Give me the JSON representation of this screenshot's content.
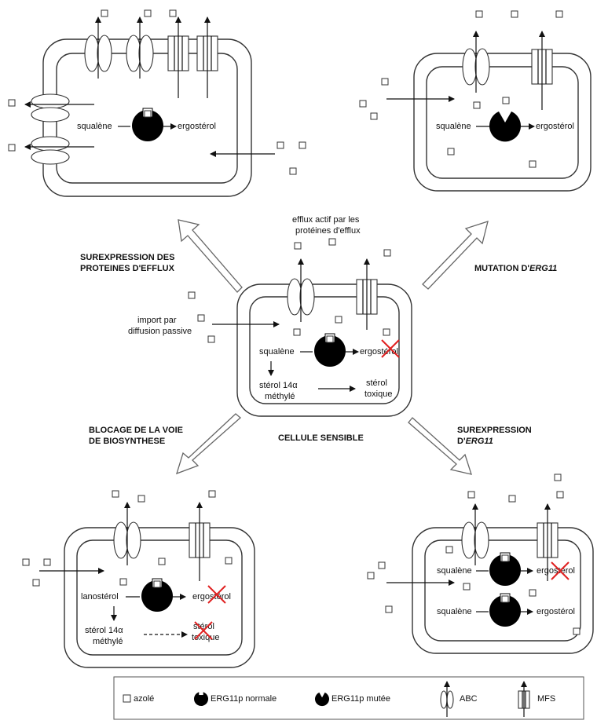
{
  "labels": {
    "surexpression_efflux": [
      "SUREXPRESSION DES",
      "PROTEINES D'EFFLUX"
    ],
    "mutation": "MUTATION D'",
    "mutation_gene": "ERG11",
    "blocage": [
      "BLOCAGE DE LA VOIE",
      "DE BIOSYNTHESE"
    ],
    "surexpression_erg": "SUREXPRESSION",
    "surexpression_erg_prefix": "D'",
    "surexpression_erg_gene": "ERG11",
    "cellule_sensible": "CELLULE SENSIBLE",
    "efflux_actif": [
      "efflux actif par les",
      "protéines d'efflux"
    ],
    "import": [
      "import par",
      "diffusion passive"
    ]
  },
  "molecules": {
    "squalene": "squalène",
    "ergosterol": "ergostérol",
    "lanosterol": "lanostérol",
    "sterol_14_a": "stérol 14α",
    "sterol_14_b": "méthylé",
    "sterol_toxique_a": "stérol",
    "sterol_toxique_b": "toxique"
  },
  "legend": {
    "azole": "azolé",
    "erg_normale": "ERG11p normale",
    "erg_mutee": "ERG11p mutée",
    "abc": "ABC",
    "mfs": "MFS"
  },
  "colors": {
    "cross": "#e02020",
    "enzyme": "#000000",
    "outline": "#333333"
  }
}
